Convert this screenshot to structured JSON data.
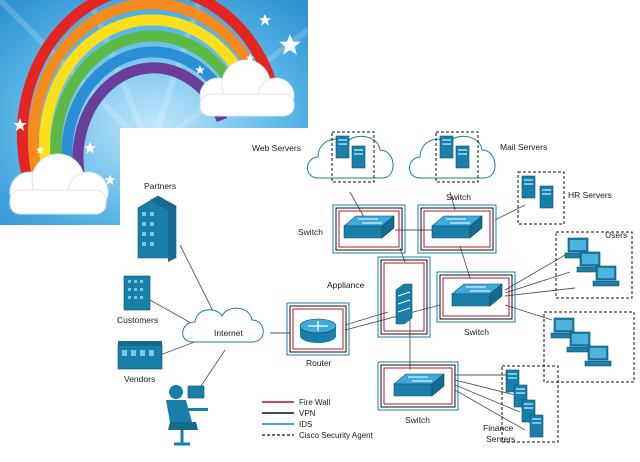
{
  "labels": {
    "web_servers": "Web Servers",
    "mail_servers": "Mail Servers",
    "hr_servers": "HR Servers",
    "users": "Users",
    "partners": "Partners",
    "customers": "Customers",
    "vendors": "Vendors",
    "internet": "Internet",
    "router": "Router",
    "appliance": "Appliance",
    "switch_left": "Switch",
    "switch_top": "Switch",
    "switch_right": "Switch",
    "switch_bottom": "Switch",
    "finance_line1": "Finance",
    "finance_line2": "Servers"
  },
  "legend": [
    {
      "label": "Fire Wall",
      "color": "#b0142e",
      "style": "solid"
    },
    {
      "label": "VPN",
      "color": "#111111",
      "style": "solid"
    },
    {
      "label": "IDS",
      "color": "#1a7fa8",
      "style": "solid"
    },
    {
      "label": "Cisco Security Agent",
      "color": "#111111",
      "style": "dashed"
    }
  ],
  "colors": {
    "device_blue": "#1a7fa8",
    "firewall": "#b0142e",
    "ids": "#1a7fa8",
    "vpn": "#111111",
    "rainbow": [
      "#e52521",
      "#f58a1f",
      "#fde01a",
      "#5bb944",
      "#2a8fd4",
      "#6a3d9a"
    ],
    "sky": "#3aa0d8"
  }
}
